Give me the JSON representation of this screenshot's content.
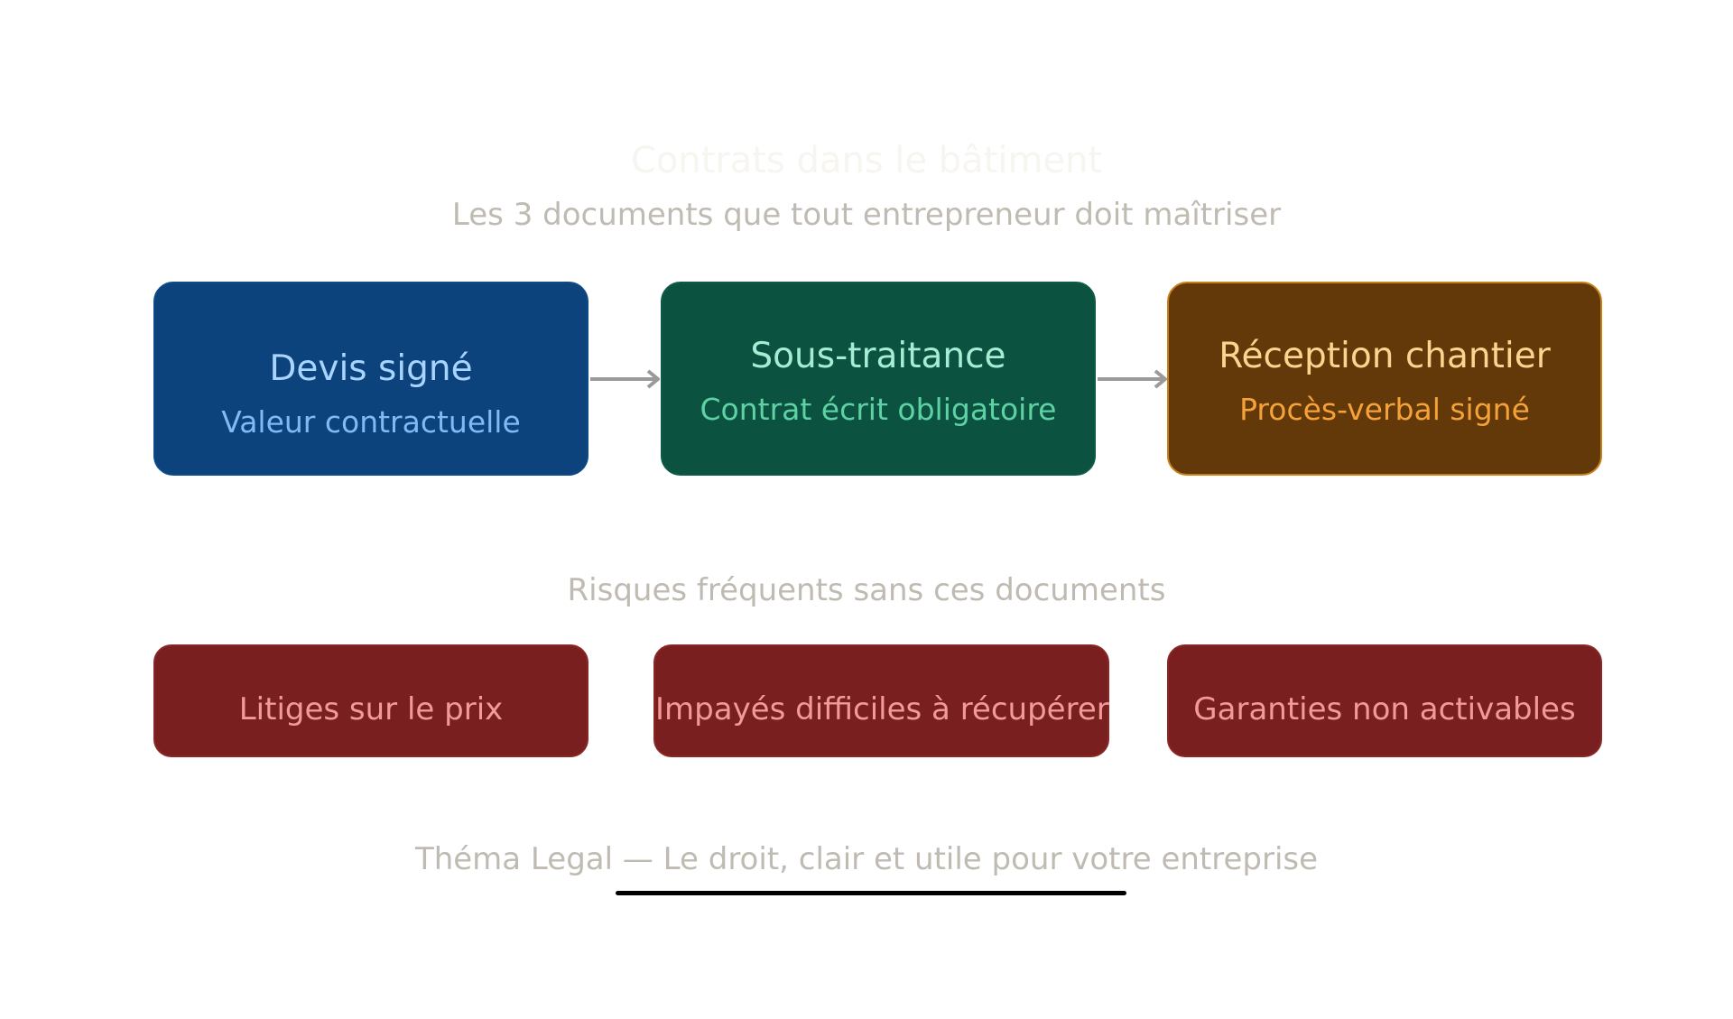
{
  "header": {
    "title": "Contrats dans le bâtiment",
    "subtitle": "Les 3 documents que tout entrepreneur doit maîtriser"
  },
  "flow": [
    {
      "title": "Devis signé",
      "subtitle": "Valeur contractuelle",
      "fill": "#0c437c",
      "title_color": "#a8d4ff",
      "subtitle_color": "#7fbaf6"
    },
    {
      "title": "Sous-traitance",
      "subtitle": "Contrat écrit obligatoire",
      "fill": "#0b5340",
      "title_color": "#a7ecd3",
      "subtitle_color": "#5ed2a3"
    },
    {
      "title": "Réception chantier",
      "subtitle": "Procès-verbal signé",
      "fill": "#633909",
      "title_color": "#fcd38f",
      "subtitle_color": "#f5a23a"
    }
  ],
  "risks": {
    "title": "Risques fréquents sans ces documents",
    "items": [
      "Litiges sur le prix",
      "Impayés difficiles à récupérer",
      "Garanties non activables"
    ],
    "fill": "#7a1f1f",
    "text_color": "#f09a9a"
  },
  "footer": {
    "text": "Théma Legal — Le droit, clair et utile pour votre entreprise"
  },
  "colors": {
    "arrow": "#9a9a9a",
    "muted_text": "#bfbbb2"
  }
}
